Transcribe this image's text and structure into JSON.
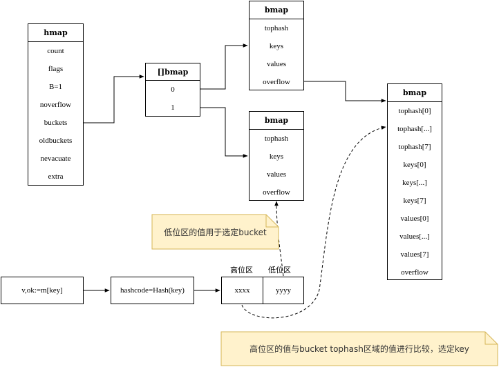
{
  "hmap": {
    "title": "hmap",
    "fields": [
      "count",
      "flags",
      "B=1",
      "noverflow",
      "buckets",
      "oldbuckets",
      "nevacuate",
      "extra"
    ]
  },
  "bucket_array": {
    "title": "[]bmap",
    "items": [
      "0",
      "1"
    ]
  },
  "bmap_top": {
    "title": "bmap",
    "fields": [
      "tophash",
      "keys",
      "values",
      "overflow"
    ]
  },
  "bmap_mid": {
    "title": "bmap",
    "fields": [
      "tophash",
      "keys",
      "values",
      "overflow"
    ]
  },
  "bmap_right": {
    "title": "bmap",
    "fields": [
      "tophash[0]",
      "tophash[...]",
      "tophash[7]",
      "keys[0]",
      "keys[...]",
      "keys[7]",
      "values[0]",
      "values[...]",
      "values[7]",
      "overflow"
    ]
  },
  "lookup_flow": {
    "lookup": "v,ok:=m[key]",
    "hash": "hashcode=Hash(key)",
    "high_bits": "xxxx",
    "low_bits": "yyyy",
    "high_label": "高位区",
    "low_label": "低位区"
  },
  "notes": {
    "low_note": "低位区的值用于选定bucket",
    "high_note": "高位区的值与bucket tophash区域的值进行比较，选定key"
  },
  "colors": {
    "note_fill": "#fff2cc",
    "note_stroke": "#d6b656",
    "line": "#000000"
  }
}
